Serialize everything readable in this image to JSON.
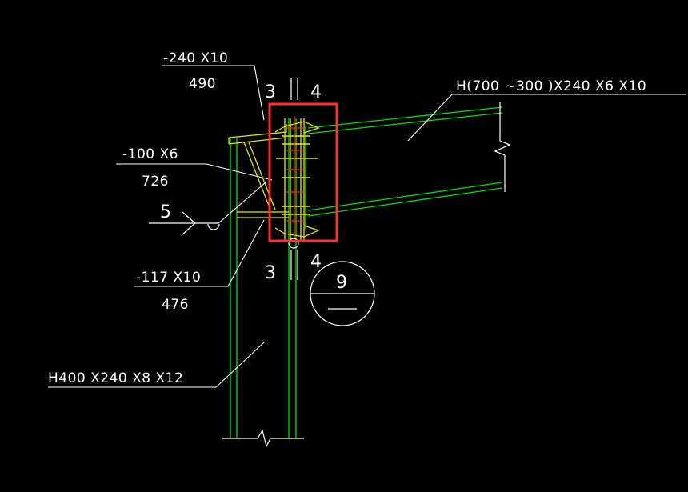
{
  "labels": {
    "plate_top_size": "-240 X10",
    "plate_top_length": "490",
    "plate_mid_size": "-100 X6",
    "plate_mid_length": "726",
    "plate_low_size": "-117 X10",
    "plate_low_length": "476",
    "beam_section": "H(700 ~300 )X240 X6 X10",
    "column_section": "H400 X240 X8 X12",
    "weld_number": "5",
    "section_upper_left": "3",
    "section_upper_right": "4",
    "section_lower_left": "3",
    "section_lower_right": "4",
    "detail_number": "9"
  },
  "colors": {
    "background": "#000000",
    "steel": "#00e000",
    "plate": "#e8e800",
    "leader": "#ffffff",
    "bolt_line": "#ff2020",
    "highlight": "#ff3030"
  }
}
